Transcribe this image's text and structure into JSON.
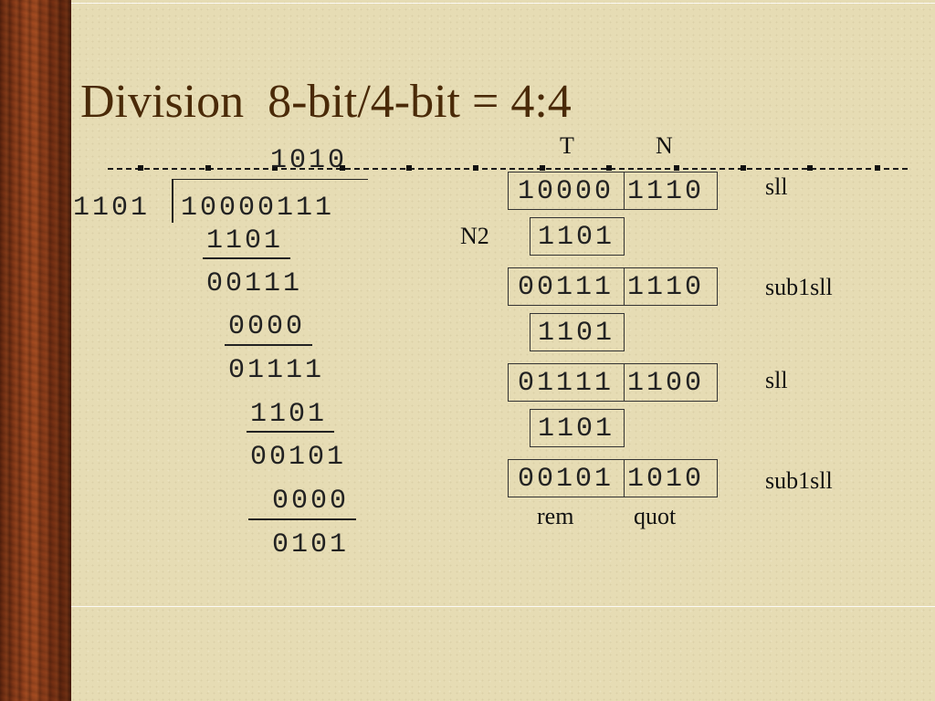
{
  "title": "Division  8-bit/4-bit = 4:4",
  "long_division": {
    "quotient": "1010",
    "divisor": "1101",
    "dividend": "10000111",
    "steps": [
      "1101",
      "00111",
      "0000",
      "01111",
      "1101",
      "00101",
      "0000",
      "0101"
    ]
  },
  "registers": {
    "header_t": "T",
    "header_n": "N",
    "n2_label": "N2",
    "rows": [
      {
        "t": "10000",
        "n": "1110",
        "op": "sll"
      },
      {
        "n2": "1101"
      },
      {
        "t": "00111",
        "n": "1110",
        "op": "sub1sll"
      },
      {
        "n2": "1101"
      },
      {
        "t": "01111",
        "n": "1100",
        "op": "sll"
      },
      {
        "n2": "1101"
      },
      {
        "t": "00101",
        "n": "1010",
        "op": "sub1sll"
      }
    ],
    "footer_rem": "rem",
    "footer_quot": "quot"
  }
}
